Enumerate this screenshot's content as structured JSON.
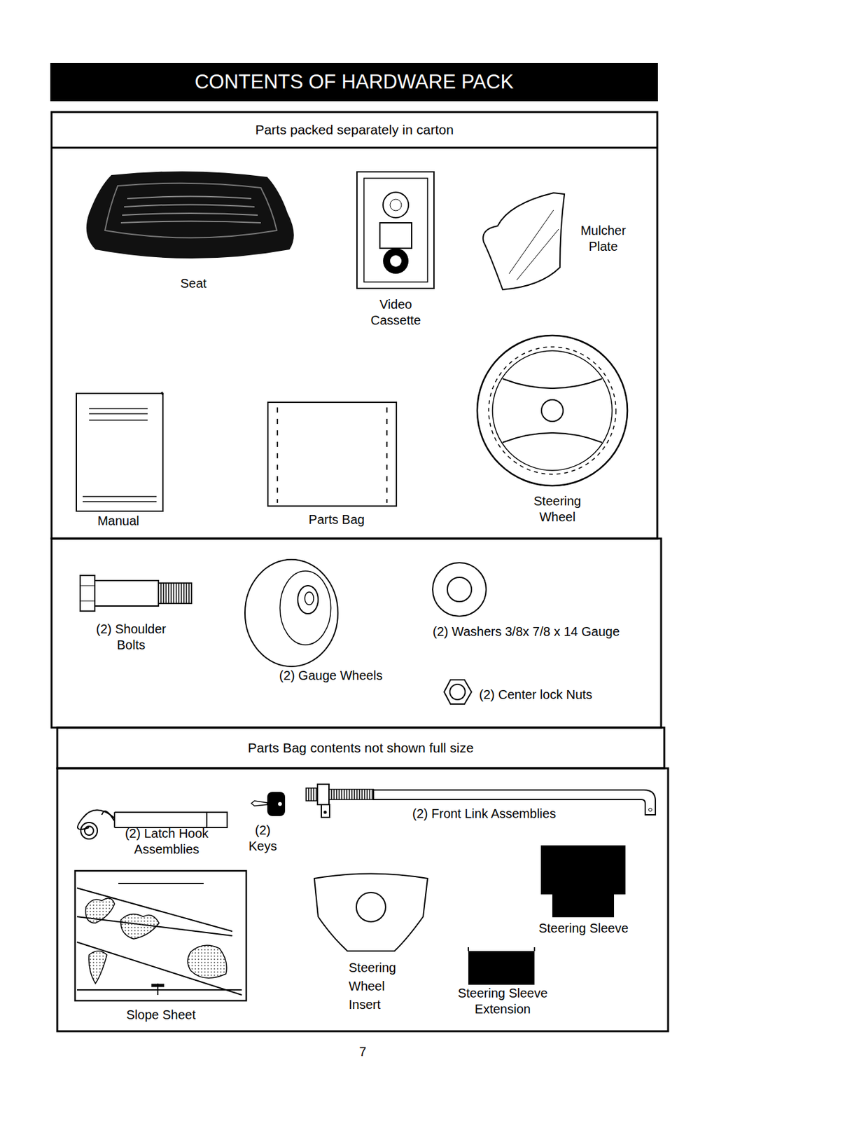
{
  "diagram": {
    "title": "CONTENTS OF HARDWARE PACK",
    "nodes": [
      {
        "text": [
          "Parts packed separately in carton"
        ]
      },
      {
        "text": [
          "Parts Bag contents not shown full size"
        ]
      }
    ],
    "labels": [
      "Seat",
      "Video Cassette",
      "Mulcher Plate",
      "Manual",
      "Parts Bag",
      "Steering Wheel",
      "(2) Shoulder Bolts",
      "(2) Gauge Wheels",
      "(2) Washers 3/8x 7/8 x 14 Gauge",
      "(2) Center lock Nuts",
      "(2) Latch Hook Assemblies",
      "(2) Keys",
      "(2) Front Link Assemblies",
      "Steering Sleeve",
      "Slope Sheet",
      "Steering Wheel Insert",
      "Steering Sleeve Extension",
      "7"
    ]
  }
}
